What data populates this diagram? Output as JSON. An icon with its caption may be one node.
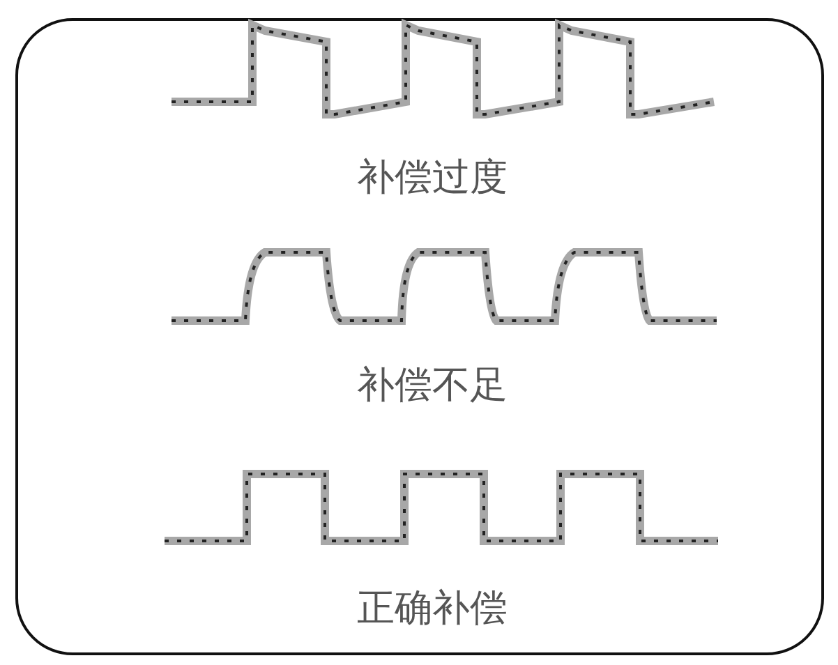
{
  "diagram": {
    "labels": [
      "补偿过度",
      "补偿不足",
      "正确补偿"
    ]
  }
}
